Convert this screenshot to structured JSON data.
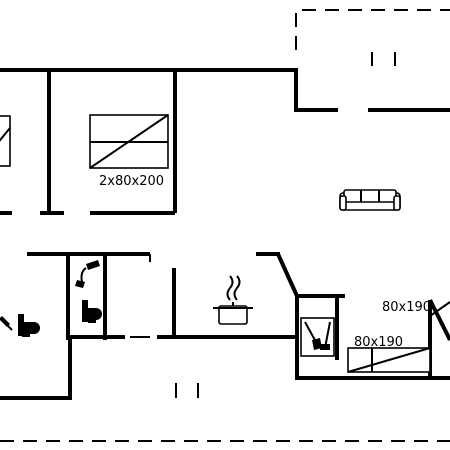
{
  "plan": {
    "labels": {
      "bed_double": "2x80x200",
      "bed_upper": "80x190",
      "bed_lower": "80x190"
    },
    "icons": [
      "double-bed-icon",
      "sofa-icon",
      "shower-icon",
      "toilet-icon",
      "cooking-pot-icon",
      "utility-room-icon",
      "bunk-bed-icon"
    ],
    "colors": {
      "walls": "#000000",
      "background": "#ffffff"
    }
  }
}
